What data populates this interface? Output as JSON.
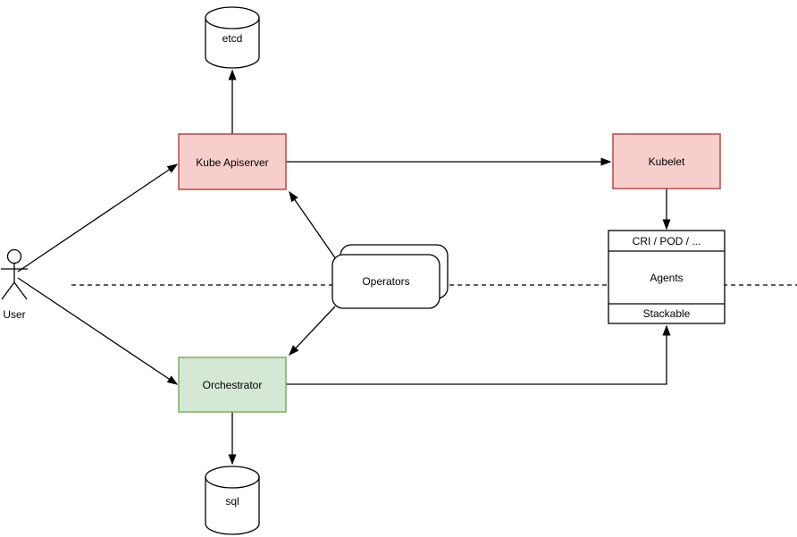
{
  "diagram": {
    "type": "architecture-flow-diagram",
    "colors": {
      "background": "#ffffff",
      "pink_fill": "#f8cecc",
      "pink_stroke": "#b85450",
      "green_fill": "#d5e8d4",
      "green_stroke": "#82b366",
      "plain_fill": "#ffffff",
      "line": "#000000"
    },
    "nodes": {
      "etcd": {
        "label": "etcd",
        "shape": "cylinder"
      },
      "kube_apiserver": {
        "label": "Kube Apiserver",
        "shape": "rectangle",
        "color": "pink"
      },
      "kubelet": {
        "label": "Kubelet",
        "shape": "rectangle",
        "color": "pink"
      },
      "operators": {
        "label": "Operators",
        "shape": "stacked-rounded-rectangle"
      },
      "agents_stack": {
        "header": "CRI / POD / ...",
        "body": "Agents",
        "footer": "Stackable",
        "shape": "partitioned-rectangle"
      },
      "orchestrator": {
        "label": "Orchestrator",
        "shape": "rectangle",
        "color": "green"
      },
      "sql": {
        "label": "sql",
        "shape": "cylinder"
      },
      "user": {
        "label": "User",
        "shape": "actor"
      }
    },
    "edges": [
      {
        "from": "user",
        "to": "kube_apiserver",
        "style": "solid-arrow"
      },
      {
        "from": "user",
        "to": "orchestrator",
        "style": "solid-arrow"
      },
      {
        "from": "kube_apiserver",
        "to": "etcd",
        "style": "solid-arrow"
      },
      {
        "from": "kube_apiserver",
        "to": "kubelet",
        "style": "solid-arrow"
      },
      {
        "from": "kubelet",
        "to": "agents_stack",
        "style": "solid-arrow"
      },
      {
        "from": "operators",
        "to": "kube_apiserver",
        "style": "solid-arrow"
      },
      {
        "from": "operators",
        "to": "orchestrator",
        "style": "solid-arrow"
      },
      {
        "from": "orchestrator",
        "to": "agents_stack.footer",
        "style": "solid-arrow-orthogonal"
      },
      {
        "from": "orchestrator",
        "to": "sql",
        "style": "solid-arrow"
      },
      {
        "name": "layer-separator",
        "style": "dashed-line",
        "orientation": "horizontal"
      }
    ]
  }
}
